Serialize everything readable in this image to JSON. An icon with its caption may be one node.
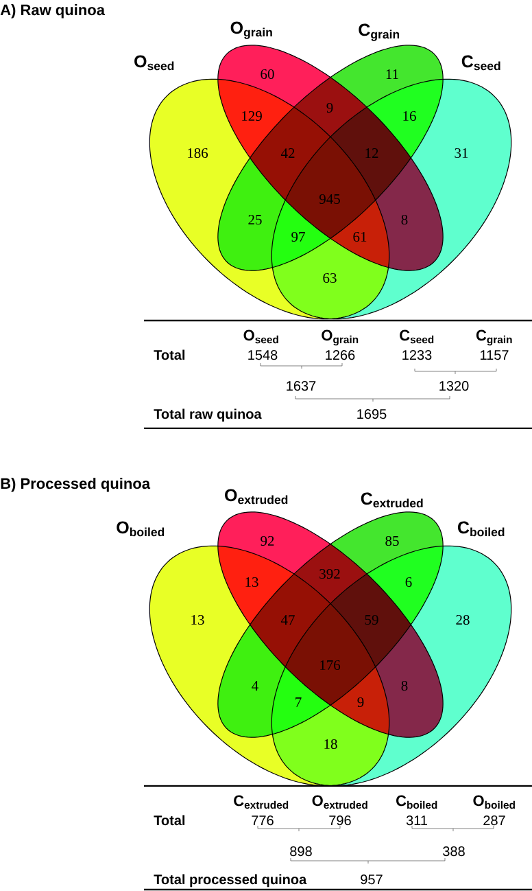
{
  "diagram": {
    "nodes": [
      {
        "text": [
          "O$_{seed}$"
        ]
      },
      {
        "text": [
          "O$_{grain}$"
        ]
      },
      {
        "text": [
          "C$_{grain}$"
        ]
      },
      {
        "text": [
          "C$_{seed}$"
        ]
      },
      {
        "text": [
          "O$_{boiled}$"
        ]
      },
      {
        "text": [
          "O$_{extruded}$"
        ]
      },
      {
        "text": [
          "C$_{extruded}$"
        ]
      },
      {
        "text": [
          "C$_{boiled}$"
        ]
      }
    ],
    "labels": [
      "A) Raw quinoa",
      "60",
      "11",
      "9",
      "129",
      "16",
      "186",
      "42",
      "12",
      "31",
      "945",
      "25",
      "8",
      "97",
      "61",
      "63",
      "O$_{seed}$",
      "O$_{grain}$",
      "C$_{seed}$",
      "C$_{grain}$",
      "Total",
      "1548",
      "1266",
      "1233",
      "1157",
      "1637",
      "1320",
      "Total raw quinoa",
      "1695",
      "B) Processed quinoa",
      "92",
      "85",
      "392",
      "13",
      "6",
      "13",
      "47",
      "59",
      "28",
      "176",
      "4",
      "8",
      "7",
      "9",
      "18",
      "C$_{extruded}$",
      "O$_{extruded}$",
      "C$_{boiled}$",
      "O$_{boiled}$",
      "Total",
      "776",
      "796",
      "311",
      "287",
      "898",
      "388",
      "Total processed quinoa",
      "957"
    ]
  }
}
